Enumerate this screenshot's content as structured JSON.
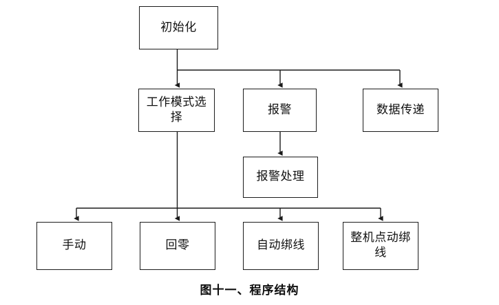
{
  "figure": {
    "caption": "图十一、程序结构",
    "type": "flowchart",
    "background_color": "#ffffff",
    "line_color": "#1a1a1a",
    "text_color": "#111111"
  },
  "nodes": {
    "init": {
      "label": "初始化"
    },
    "mode_select": {
      "label": "工作模式选\n择"
    },
    "alarm": {
      "label": "报警"
    },
    "data_transfer": {
      "label": "数据传递"
    },
    "alarm_process": {
      "label": "报警处理"
    },
    "manual": {
      "label": "手动"
    },
    "return_zero": {
      "label": "回零"
    },
    "auto_bind": {
      "label": "自动绑线"
    },
    "jog_bind": {
      "label": "整机点动绑\n线"
    }
  },
  "edges": [
    {
      "from": "init",
      "to": "mode_select",
      "arrow": true
    },
    {
      "from": "init",
      "to": "alarm",
      "arrow": true
    },
    {
      "from": "init",
      "to": "data_transfer",
      "arrow": true
    },
    {
      "from": "alarm",
      "to": "alarm_process",
      "arrow": true
    },
    {
      "from": "mode_select",
      "to": "manual",
      "arrow": true
    },
    {
      "from": "mode_select",
      "to": "return_zero",
      "arrow": true
    },
    {
      "from": "mode_select",
      "to": "auto_bind",
      "arrow": true
    },
    {
      "from": "mode_select",
      "to": "jog_bind",
      "arrow": true
    }
  ]
}
